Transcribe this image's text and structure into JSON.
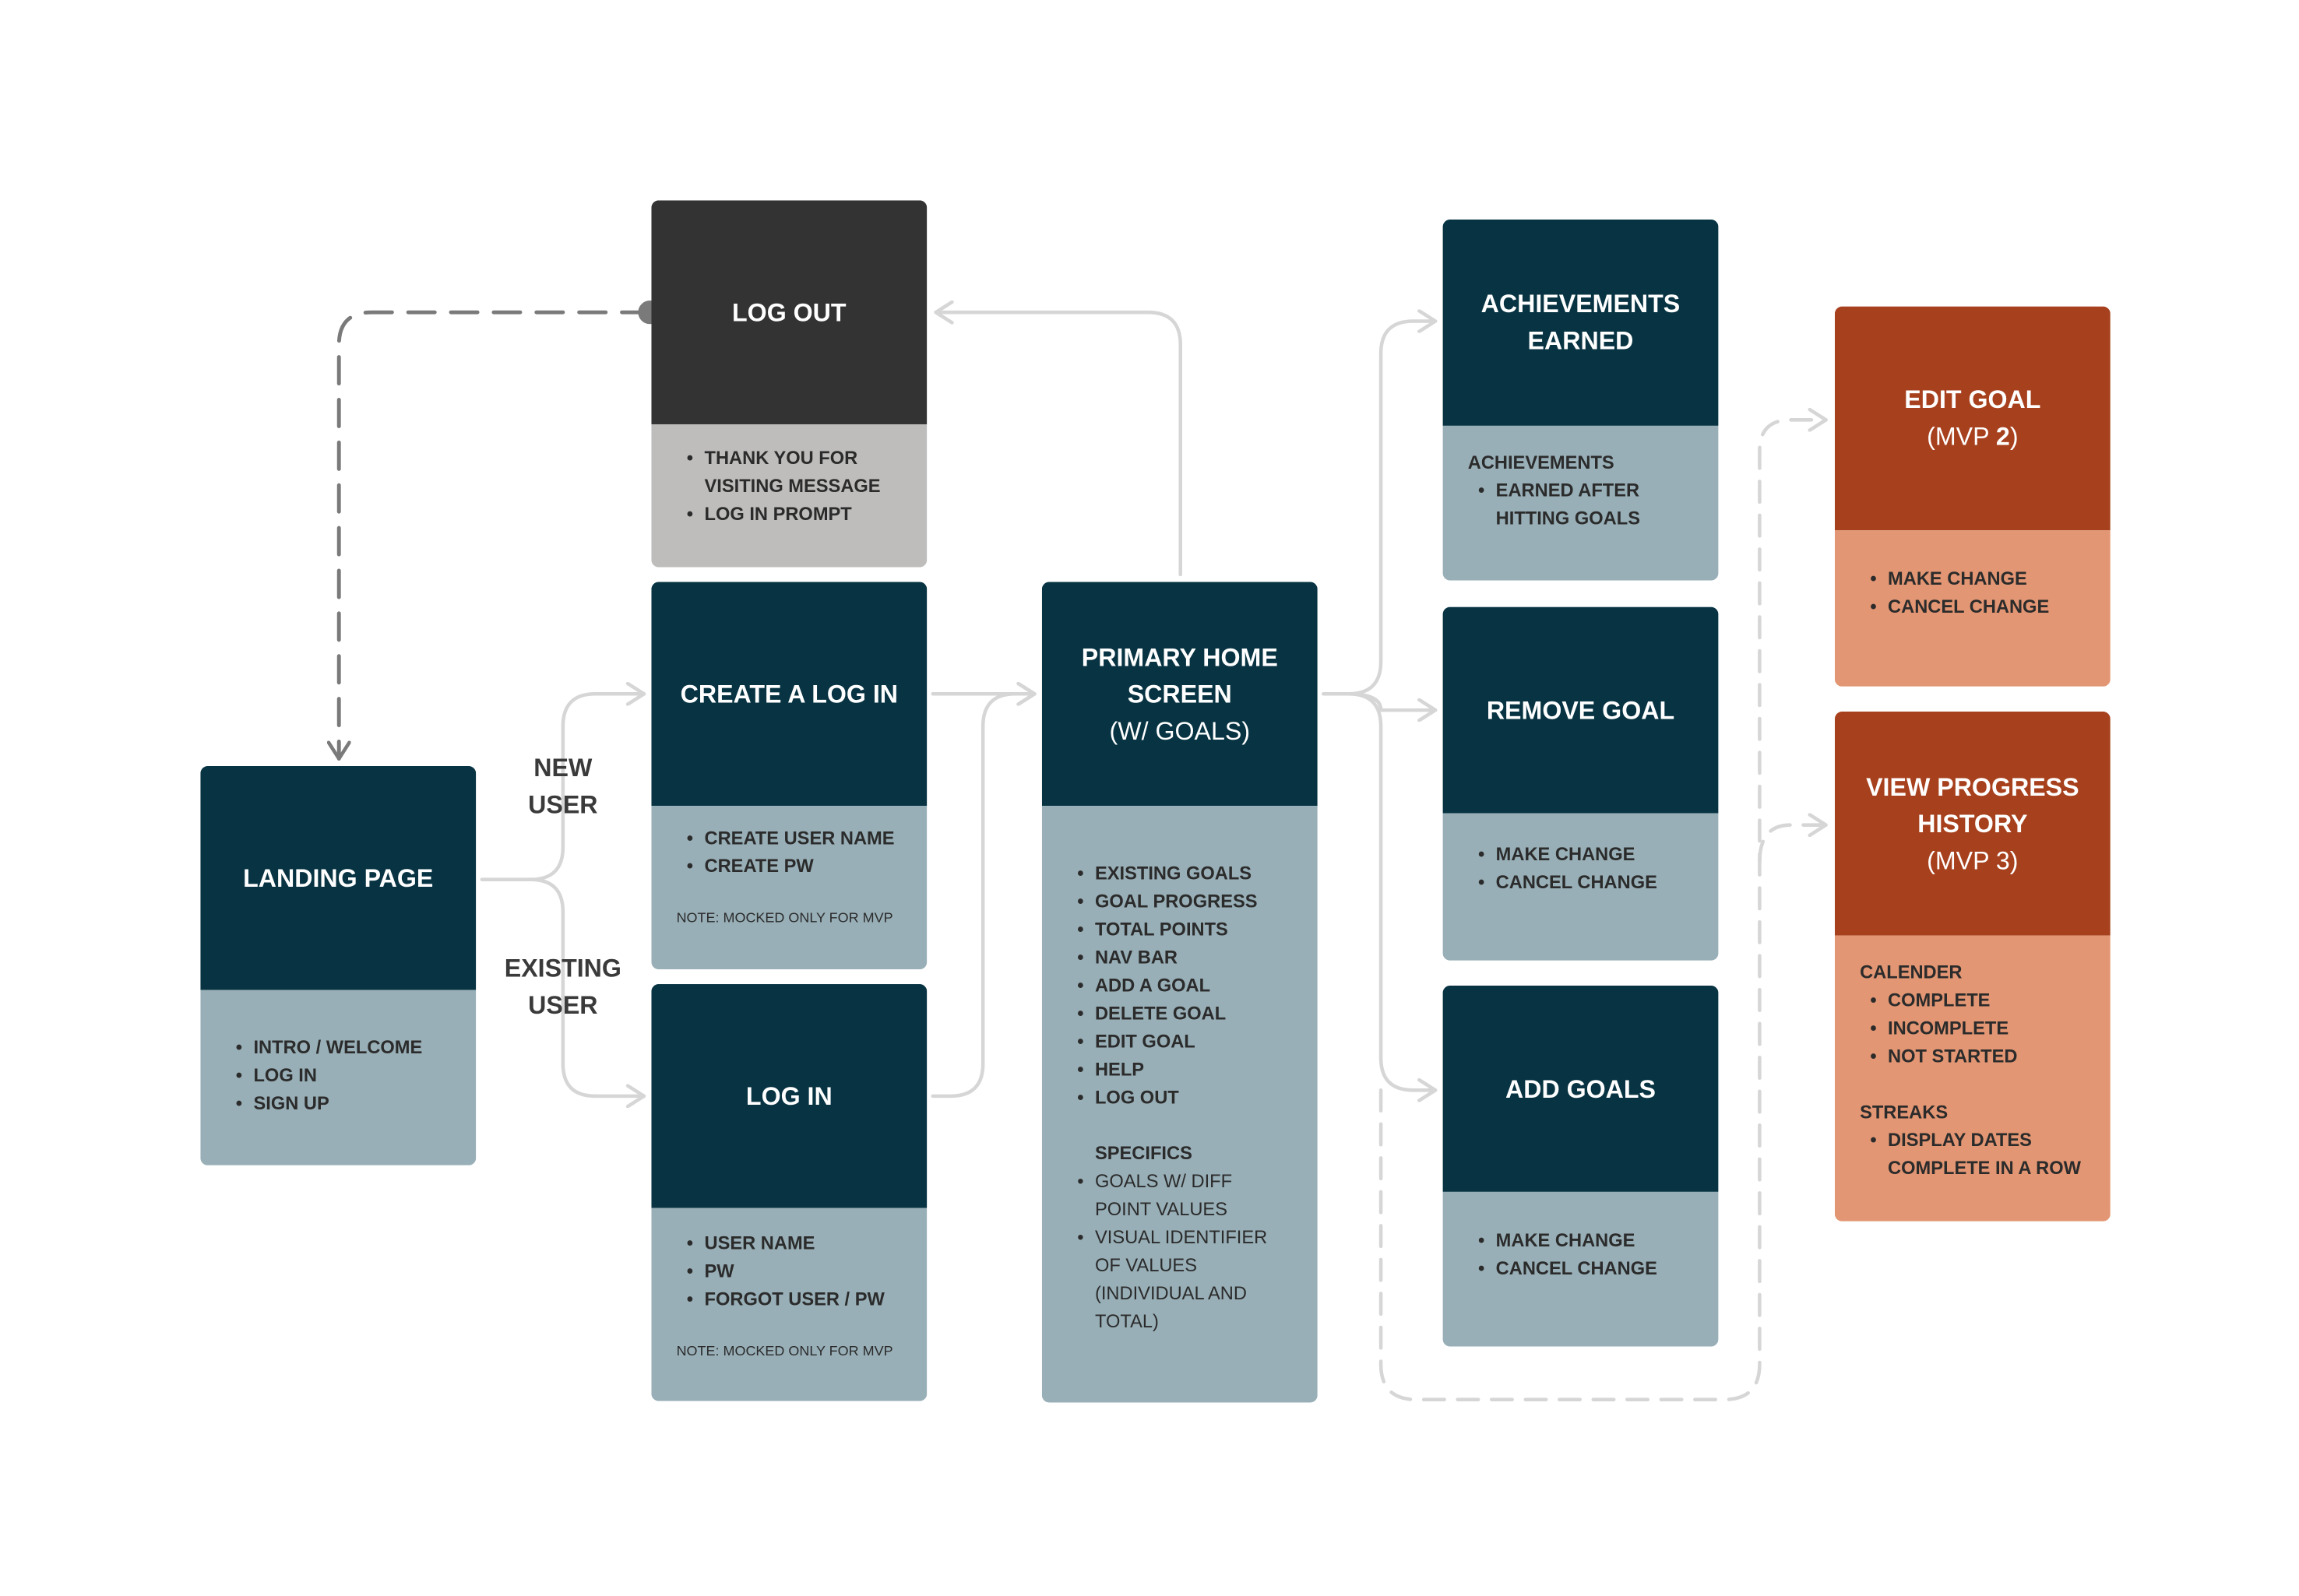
{
  "colors": {
    "navy_header": "#073342",
    "slate_body": "#98afb7",
    "dark_header": "#333333",
    "grey_body": "#bebdbb",
    "rust_header": "#a7401d",
    "peach_body": "#e29673",
    "connector": "#d6d6d6",
    "dashed_connector": "#7a7a7a"
  },
  "branch_labels": {
    "new_user": [
      "NEW",
      "USER"
    ],
    "existing_user": [
      "EXISTING",
      "USER"
    ]
  },
  "nodes": {
    "landing": {
      "title": [
        "LANDING PAGE"
      ],
      "bullets": [
        "INTRO / WELCOME",
        "LOG IN",
        "SIGN UP"
      ]
    },
    "logout": {
      "title": [
        "LOG OUT"
      ],
      "bullets": [
        "THANK YOU FOR VISITING MESSAGE",
        "LOG IN PROMPT"
      ]
    },
    "create_login": {
      "title": [
        "CREATE A LOG IN"
      ],
      "bullets": [
        "CREATE USER NAME",
        "CREATE PW"
      ],
      "note": "NOTE: MOCKED ONLY FOR MVP"
    },
    "login": {
      "title": [
        "LOG IN"
      ],
      "bullets": [
        "USER NAME",
        "PW",
        "FORGOT USER / PW"
      ],
      "note": "NOTE: MOCKED ONLY FOR MVP"
    },
    "home": {
      "title": [
        "PRIMARY HOME",
        "SCREEN"
      ],
      "subtitle": "(W/ GOALS)",
      "bullets": [
        "EXISTING GOALS",
        "GOAL PROGRESS",
        "TOTAL POINTS",
        "NAV BAR",
        "ADD A GOAL",
        "DELETE GOAL",
        "EDIT GOAL",
        "HELP",
        "LOG OUT"
      ],
      "specifics_title": "SPECIFICS",
      "specifics": [
        "GOALS W/ DIFF POINT VALUES",
        "VISUAL IDENTIFIER OF VALUES (INDIVIDUAL AND TOTAL)"
      ]
    },
    "achievements": {
      "title": [
        "ACHIEVEMENTS",
        "EARNED"
      ],
      "list_title": "ACHIEVEMENTS",
      "bullets": [
        "EARNED AFTER HITTING  GOALS"
      ]
    },
    "remove": {
      "title": [
        "REMOVE GOAL"
      ],
      "bullets": [
        "MAKE CHANGE",
        "CANCEL CHANGE"
      ]
    },
    "add": {
      "title": [
        "ADD GOALS"
      ],
      "bullets": [
        "MAKE CHANGE",
        "CANCEL CHANGE"
      ]
    },
    "edit": {
      "title": [
        "EDIT GOAL"
      ],
      "subtitle_prefix": "(MVP ",
      "subtitle_num": "2",
      "subtitle_suffix": ")",
      "bullets": [
        "MAKE CHANGE",
        "CANCEL CHANGE"
      ]
    },
    "progress": {
      "title": [
        "VIEW PROGRESS",
        "HISTORY"
      ],
      "subtitle": "(MVP 3)",
      "calendar_title": "CALENDER",
      "calendar": [
        "COMPLETE",
        "INCOMPLETE",
        "NOT STARTED"
      ],
      "streaks_title": "STREAKS",
      "streaks": [
        "DISPLAY DATES COMPLETE IN A ROW"
      ]
    }
  }
}
